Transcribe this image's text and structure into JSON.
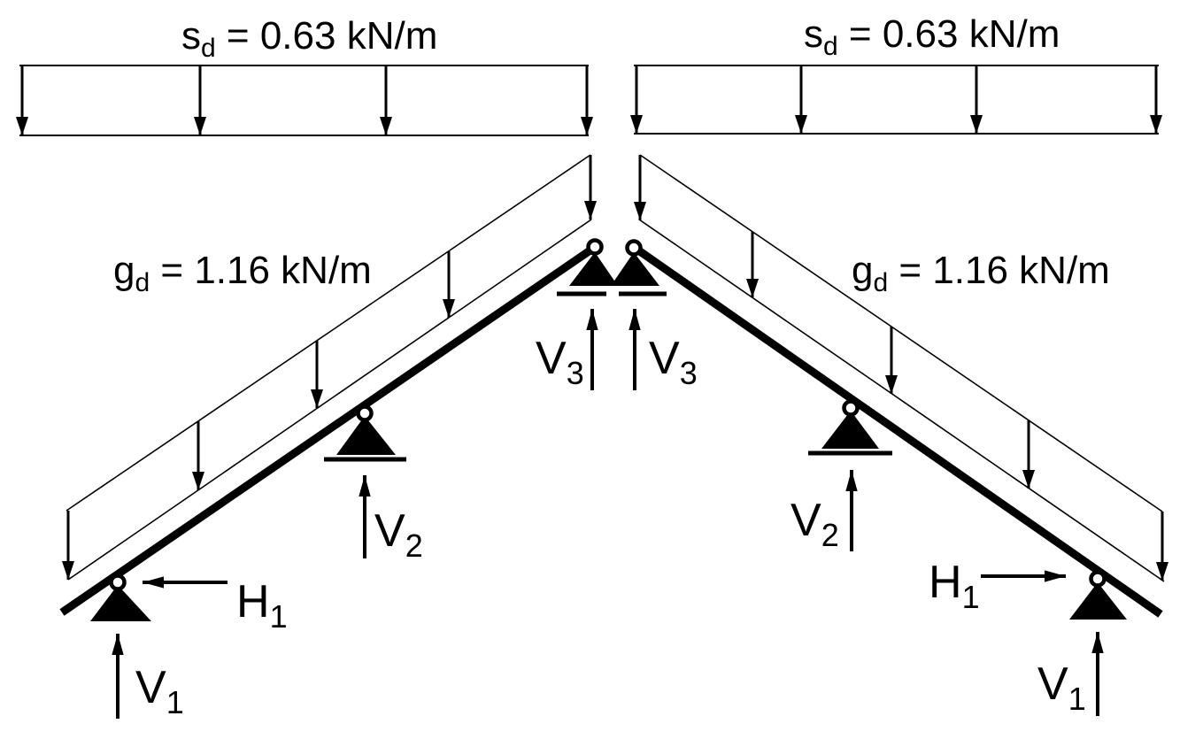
{
  "diagram_title": "gable-rafter-load-and-reaction-scheme",
  "loads": {
    "snow": {
      "symbol": "s",
      "subscript": "d",
      "value": " = 0.63 kN/m"
    },
    "dead": {
      "symbol": "g",
      "subscript": "d",
      "value": " = 1.16 kN/m"
    }
  },
  "reactions": {
    "v1": {
      "symbol": "V",
      "subscript": "1"
    },
    "v2": {
      "symbol": "V",
      "subscript": "2"
    },
    "v3": {
      "symbol": "V",
      "subscript": "3"
    },
    "h1": {
      "symbol": "H",
      "subscript": "1"
    }
  },
  "colors": {
    "ink": "#000000",
    "background": "#ffffff"
  }
}
